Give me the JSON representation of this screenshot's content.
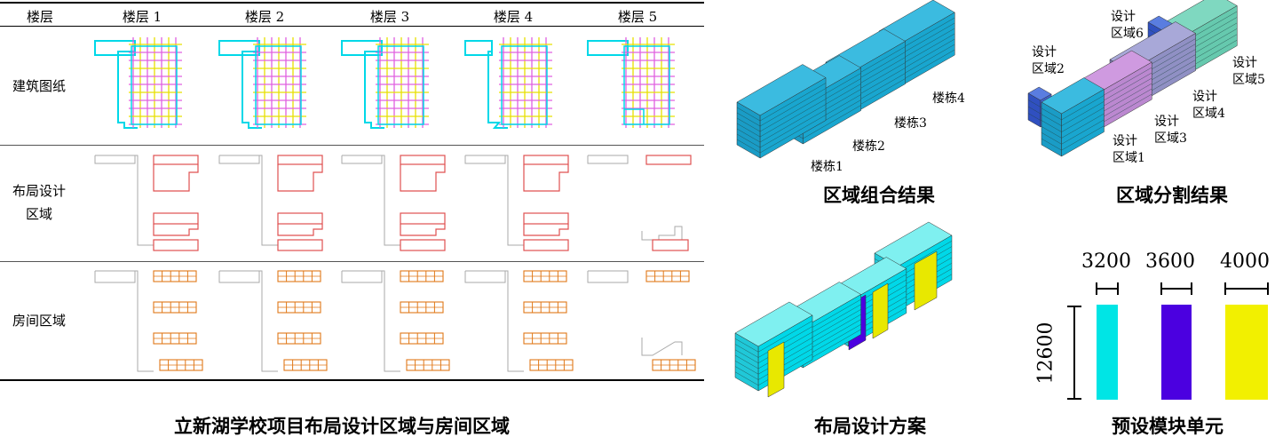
{
  "table": {
    "corner": "楼层",
    "floors": [
      "楼层 1",
      "楼层 2",
      "楼层 3",
      "楼层 4",
      "楼层 5"
    ],
    "rows": [
      "建筑图纸",
      "布局设计区域",
      "房间区域"
    ],
    "row_lines": [
      [
        "建筑图纸"
      ],
      [
        "布局设计",
        "区域"
      ],
      [
        "房间区域"
      ]
    ]
  },
  "captions": {
    "main": "立新湖学校项目布局设计区域与房间区域",
    "combine": "区域组合结果",
    "split": "区域分割结果",
    "layout": "布局设计方案",
    "module": "预设模块单元"
  },
  "combine_labels": [
    "楼栋1",
    "楼栋2",
    "楼栋3",
    "楼栋4"
  ],
  "split_labels": [
    [
      "设计",
      "区域1"
    ],
    [
      "设计",
      "区域2"
    ],
    [
      "设计",
      "区域3"
    ],
    [
      "设计",
      "区域4"
    ],
    [
      "设计",
      "区域5"
    ],
    [
      "设计",
      "区域6"
    ]
  ],
  "module": {
    "widths": [
      "3200",
      "3600",
      "4000"
    ],
    "height": "12600",
    "colors": [
      "#00e5e5",
      "#4b00e0",
      "#f2f000"
    ]
  },
  "colors": {
    "building_cyan": "#19a6cf",
    "region_red": "#e05050",
    "room_orange": "#e07818",
    "plan_cyan": "#00d8e8",
    "plan_magenta": "#e060e0",
    "plan_yellow": "#e8e000"
  }
}
